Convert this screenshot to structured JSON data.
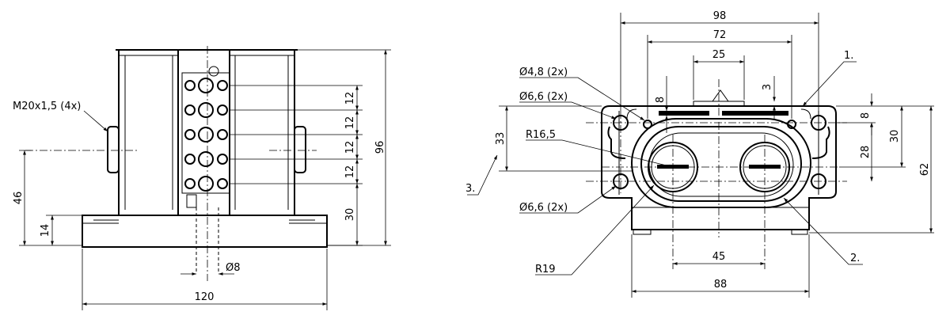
{
  "front_view": {
    "thread_label": "M20x1,5 (4x)",
    "dim_height_total": "96",
    "dim_terminal_pitch": [
      "12",
      "12",
      "12",
      "12"
    ],
    "dim_base_to_terminal": "30",
    "dim_axis_height": "46",
    "dim_base_height": "14",
    "dim_bolt_diameter": "Ø8",
    "dim_width": "120"
  },
  "top_view": {
    "dim_overall_width": "98",
    "dim_inner_width": "72",
    "dim_center_width": "25",
    "dim_slot_height": "8",
    "dim_gap": "3",
    "hole_small": "Ø4,8 (2x)",
    "hole_upper": "Ø6,6 (2x)",
    "hole_lower": "Ø6,6 (2x)",
    "radius_inner": "R16,5",
    "radius_outer": "R19",
    "dim_left_height": "33",
    "dim_right_small": "8",
    "dim_right_28": "28",
    "dim_right_30": "30",
    "dim_right_62": "62",
    "dim_hole_spacing": "45",
    "dim_base_width": "88",
    "callout_1": "1.",
    "callout_2": "2.",
    "callout_3": "3."
  }
}
